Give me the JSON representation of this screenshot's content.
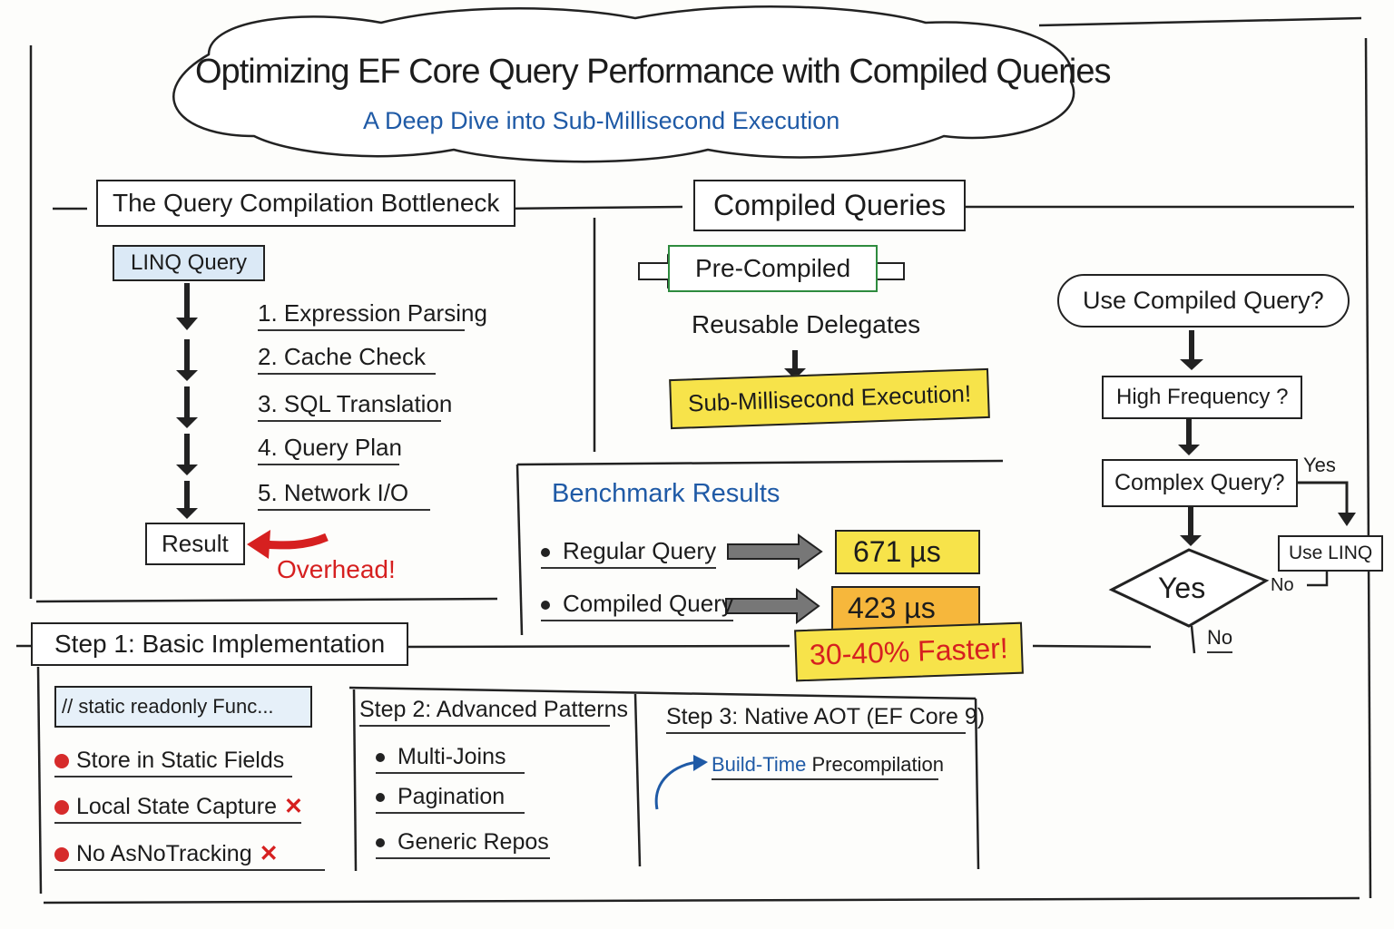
{
  "header": {
    "title": "Optimizing EF Core Query Performance with Compiled Queries",
    "subtitle": "A Deep Dive into Sub-Millisecond Execution"
  },
  "bottleneck": {
    "title": "The Query Compilation Bottleneck",
    "start": "LINQ Query",
    "steps": [
      "1. Expression Parsing",
      "2. Cache Check",
      "3. SQL Translation",
      "4. Query Plan",
      "5. Network I/O"
    ],
    "result": "Result",
    "overhead": "Overhead!"
  },
  "compiled": {
    "title": "Compiled Queries",
    "pre_compiled": "Pre-Compiled",
    "reusable": "Reusable Delegates",
    "execution": "Sub-Millisecond Execution!"
  },
  "decision": {
    "question": "Use Compiled Query?",
    "high_frequency": "High Frequency ?",
    "complex": "Complex Query?",
    "yes_label": "Yes",
    "use_linq": "Use LINQ",
    "no_label_1": "No",
    "diamond": "Yes",
    "no_label_2": "No"
  },
  "benchmark": {
    "title": "Benchmark Results",
    "rows": [
      {
        "label": "Regular Query",
        "value": "671 µs",
        "color": "#f7e34a"
      },
      {
        "label": "Compiled Query",
        "value": "423 µs",
        "color": "#f6b73c"
      }
    ],
    "faster": "30-40% Faster!"
  },
  "step1": {
    "title": "Step 1: Basic Implementation",
    "code": "// static readonly Func...",
    "items": [
      {
        "text": "Store in Static Fields",
        "bad": false
      },
      {
        "text": "Local State Capture",
        "bad": true
      },
      {
        "text": "No AsNoTracking",
        "bad": true
      }
    ],
    "x_mark": "✕"
  },
  "step2": {
    "title": "Step 2: Advanced Patterns",
    "items": [
      "Multi-Joins",
      "Pagination",
      "Generic Repos"
    ]
  },
  "step3": {
    "title": "Step 3: Native AOT (EF Core 9)",
    "build_time": "Build-Time",
    "precompilation": "Precompilation"
  }
}
